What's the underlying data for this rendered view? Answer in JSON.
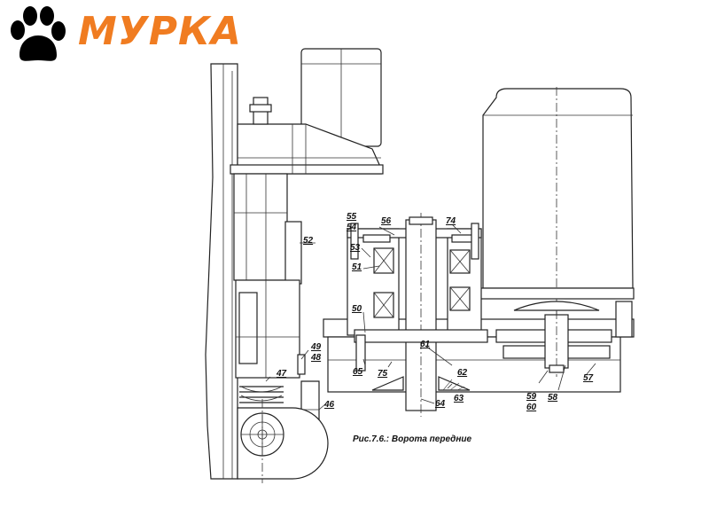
{
  "brand": {
    "name": "МУРКА",
    "color": "#f07c21",
    "icon": "paw-icon"
  },
  "caption": "Рис.7.6.: Ворота передние",
  "callouts": {
    "c46": "46",
    "c47": "47",
    "c48": "48",
    "c49": "49",
    "c50": "50",
    "c51": "51",
    "c52": "52",
    "c53": "53",
    "c54": "54",
    "c55": "55",
    "c56": "56",
    "c57": "57",
    "c58": "58",
    "c59": "59",
    "c60": "60",
    "c61": "61",
    "c62": "62",
    "c63": "63",
    "c64": "64",
    "c65": "65",
    "c74": "74",
    "c75": "75"
  }
}
